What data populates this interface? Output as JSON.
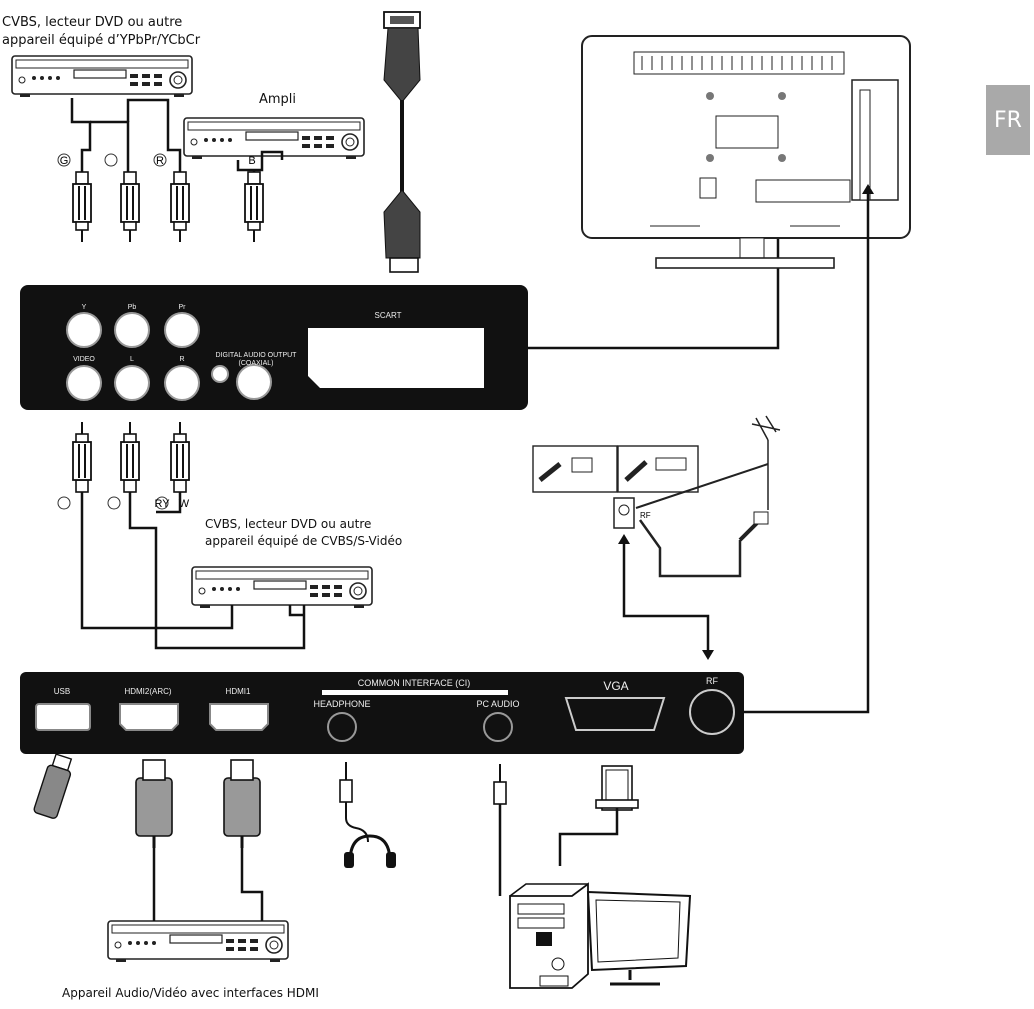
{
  "labels": {
    "top_device": "CVBS, lecteur DVD ou autre\nappareil équipé d’YPbPr/YCbCr",
    "top_device_line1": "CVBS, lecteur DVD ou autre",
    "top_device_line2": "appareil équipé d’YPbPr/YCbCr",
    "ampli": "Ampli",
    "mid_device_line1": "CVBS, lecteur DVD ou autre",
    "mid_device_line2": "appareil équipé de CVBS/S-Vidéo",
    "hdmi_device": "Appareil Audio/Vidéo avec interfaces HDMI",
    "fr_badge": "FR"
  },
  "connector_markers": {
    "top": [
      "G",
      "",
      "R",
      "B"
    ],
    "bottom": [
      "",
      "",
      "RY",
      "W"
    ]
  },
  "panel1": {
    "labels": [
      "Y",
      "Pb",
      "Pr",
      "VIDEO",
      "L",
      "R",
      "DIGITAL AUDIO OUTPUT",
      "(COAXIAL)",
      "SCART"
    ]
  },
  "panel2": {
    "labels": [
      "USB",
      "HDMI2(ARC)",
      "HDMI1",
      "COMMON INTERFACE (CI)",
      "HEADPHONE",
      "PC AUDIO",
      "VGA",
      "RF"
    ]
  },
  "antenna": {
    "rf_label": "RF"
  }
}
